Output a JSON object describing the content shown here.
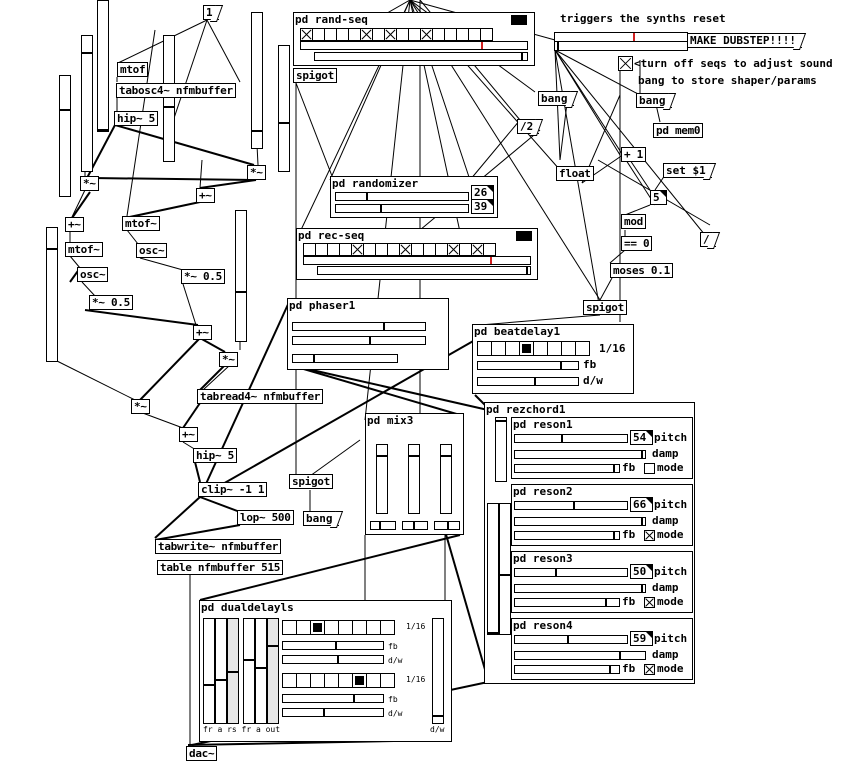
{
  "objects": {
    "mtof_1": "mtof",
    "tabosc4": "tabosc4~ nfmbuffer",
    "hip_5a": "hip~ 5",
    "mul_1": "*~",
    "add_1": "+~",
    "mtof_2": "mtof~",
    "osc_1": "osc~",
    "mul05_1": "*~ 0.5",
    "mtof_3": "mtof~",
    "osc_2": "osc~",
    "mul05_2": "*~ 0.5",
    "add_2": "+~",
    "mul_2": "*~",
    "mul_3": "*~",
    "add_3": "+~",
    "mul_4": "*~",
    "add_4": "+~",
    "tabread4": "tabread4~ nfmbuffer",
    "hip_5b": "hip~ 5",
    "clip": "clip~ -1 1",
    "lop": "lop~ 500",
    "tabwrite": "tabwrite~ nfmbuffer",
    "table": "table nfmbuffer 515",
    "spigot_1": "spigot",
    "spigot_2": "spigot",
    "spigot_3": "spigot",
    "float": "float",
    "plus1": "+ 1",
    "mod": "mod",
    "eq0": "== 0",
    "moses": "moses 0.1",
    "pd_mem0": "pd mem0",
    "dac": "dac~"
  },
  "messages": {
    "one": "1",
    "bang_1": "bang",
    "bang_2": "bang",
    "bang_3": "bang",
    "div2": "/2",
    "set1": "set $1",
    "make_dubstep": "MAKE DUBSTEP!!!!",
    "slash": "/"
  },
  "numbers": {
    "n5": "5",
    "rand_26": "26",
    "rand_39": "39",
    "reson1_pitch": "54",
    "reson2_pitch": "66",
    "reson3_pitch": "50",
    "reson4_pitch": "59"
  },
  "comments": {
    "triggers": "triggers the synths reset",
    "turn_off": "<turn off seqs to adjust sound",
    "bang_store": "bang to store shaper/params"
  },
  "subpatches": {
    "rand_seq": "pd rand-seq",
    "randomizer": "pd randomizer",
    "rec_seq": "pd rec-seq",
    "phaser": "pd phaser1",
    "beatdelay": "pd beatdelay1",
    "beat_div": "1/16",
    "beat_fb": "fb",
    "beat_dw": "d/w",
    "mix": "pd mix3",
    "rezchord": "pd rezchord1",
    "reson1": "pd reson1",
    "reson2": "pd reson2",
    "reson3": "pd reson3",
    "reson4": "pd reson4",
    "pitch": "pitch",
    "damp": "damp",
    "fb": "fb",
    "mode": "mode",
    "dualdelay": "pd dualdelayls",
    "dd_div1": "1/16",
    "dd_div2": "1/16",
    "dd_fb": "fb",
    "dd_dw": "d/w",
    "dd_dw_out": "d/w",
    "dd_labels": "fr  a   rs   fr  a   out"
  },
  "colors": {
    "wire": "#000000",
    "seq_marker": "#d02020"
  }
}
